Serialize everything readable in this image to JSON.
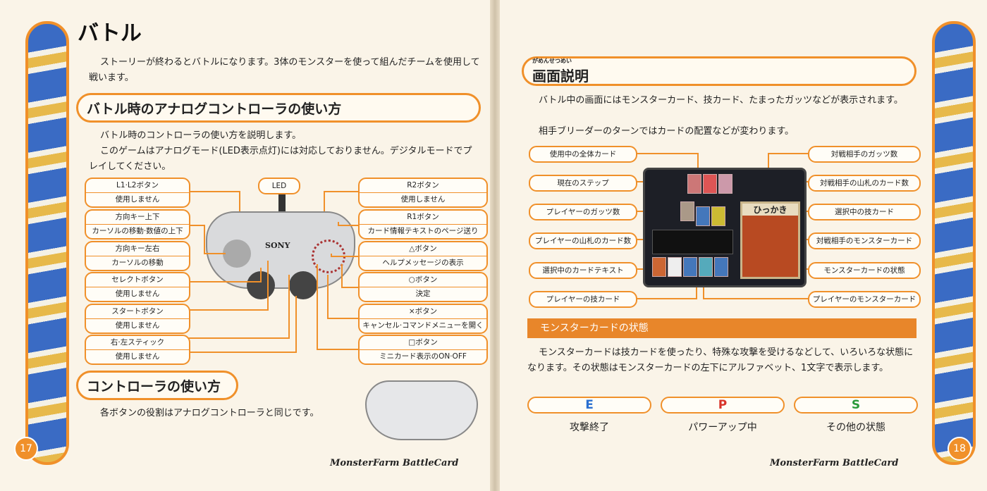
{
  "left": {
    "title": "バトル",
    "intro": "ストーリーが終わるとバトルになります。3体のモンスターを使って組んだチームを使用して戦います。",
    "section1": "バトル時のアナログコントローラの使い方",
    "section1_text1": "バトル時のコントローラの使い方を説明します。",
    "section1_text2": "このゲームはアナログモード(LED表示点灯)には対応しておりません。デジタルモードでプレイしてください。",
    "led": "LED",
    "controller_brand": "SONY",
    "left_labels": [
      {
        "name": "L1·L2ボタン",
        "desc": "使用しません"
      },
      {
        "name": "方向キー上下",
        "desc": "カーソルの移動·数値の上下"
      },
      {
        "name": "方向キー左右",
        "desc": "カーソルの移動"
      },
      {
        "name": "セレクトボタン",
        "desc": "使用しません"
      },
      {
        "name": "スタートボタン",
        "desc": "使用しません"
      },
      {
        "name": "右·左スティック",
        "desc": "使用しません"
      }
    ],
    "right_labels": [
      {
        "name": "R2ボタン",
        "desc": "使用しません"
      },
      {
        "name": "R1ボタン",
        "desc": "カード情報テキストのページ送り"
      },
      {
        "name": "△ボタン",
        "desc": "ヘルプメッセージの表示"
      },
      {
        "name": "○ボタン",
        "desc": "決定"
      },
      {
        "name": "×ボタン",
        "desc": "キャンセル·コマンドメニューを開く"
      },
      {
        "name": "□ボタン",
        "desc": "ミニカード表示のON·OFF"
      }
    ],
    "section2": "コントローラの使い方",
    "section2_text": "各ボタンの役割はアナログコントローラと同じです。",
    "page_number": "17",
    "footer": "MonsterFarm BattleCard"
  },
  "right": {
    "section1_ruby": "がめんせつめい",
    "section1": "画面説明",
    "text1": "バトル中の画面にはモンスターカード、技カード、たまったガッツなどが表示されます。",
    "text2": "相手ブリーダーのターンではカードの配置などが変わります。",
    "left_labels": [
      "使用中の全体カード",
      "現在のステップ",
      "プレイヤーのガッツ数",
      "プレイヤーの山札のカード数",
      "選択中のカードテキスト",
      "プレイヤーの技カード"
    ],
    "right_labels": [
      "対戦相手のガッツ数",
      "対戦相手の山札のカード数",
      "選択中の技カード",
      "対戦相手のモンスターカード",
      "モンスターカードの状態",
      "プレイヤーのモンスターカード"
    ],
    "screen_text": "ひっかき",
    "section2": "モンスターカードの状態",
    "section2_text": "モンスターカードは技カードを使ったり、特殊な攻撃を受けるなどして、いろいろな状態になります。その状態はモンスターカードの左下にアルファベット、1文字で表示します。",
    "states": [
      {
        "letter": "E",
        "label": "攻撃終了",
        "color": "#2a6fd0"
      },
      {
        "letter": "P",
        "label": "パワーアップ中",
        "color": "#d8342a"
      },
      {
        "letter": "S",
        "label": "その他の状態",
        "color": "#2a9a3a"
      }
    ],
    "page_number": "18",
    "footer": "MonsterFarm BattleCard"
  }
}
